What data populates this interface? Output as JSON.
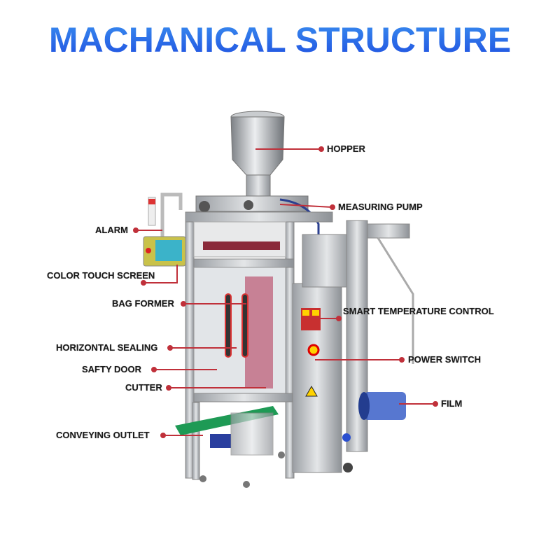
{
  "title": "MACHANICAL STRUCTURE",
  "accent_color": "#c0303a",
  "labels": {
    "hopper": "HOPPER",
    "measuring_pump": "MEASURING PUMP",
    "alarm": "ALARM",
    "color_touch_screen": "COLOR TOUCH SCREEN",
    "bag_former": "BAG FORMER",
    "smart_temperature_control": "SMART TEMPERATURE CONTROL",
    "horizontal_sealing": "HORIZONTAL SEALING",
    "power_switch": "POWER SWITCH",
    "safty_door": "SAFTY DOOR",
    "cutter": "CUTTER",
    "film": "FILM",
    "conveying_outlet": "CONVEYING OUTLET"
  }
}
